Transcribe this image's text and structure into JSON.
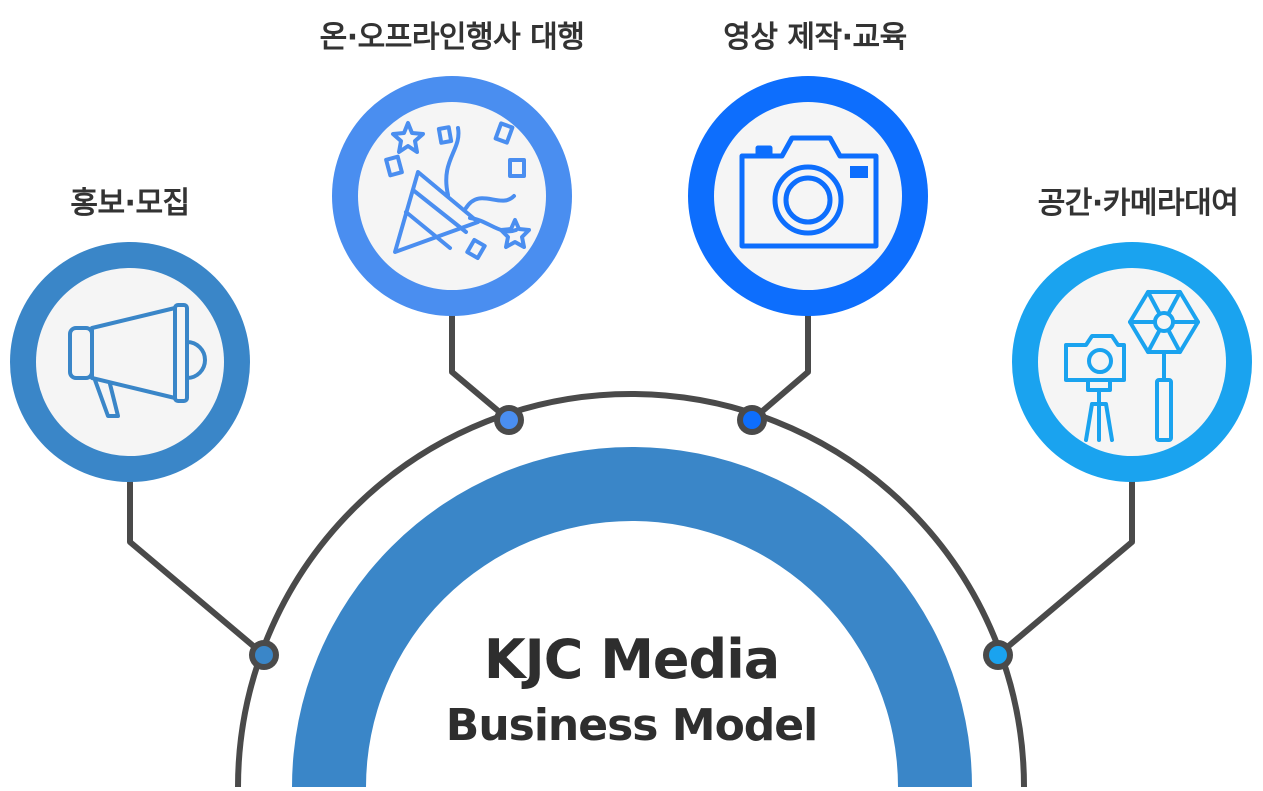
{
  "center": {
    "line1": "KJC Media",
    "line2": "Business Model"
  },
  "services": [
    {
      "id": "promo",
      "label": "홍보·모집",
      "icon": "megaphone-icon",
      "color": "#3a86c8"
    },
    {
      "id": "event",
      "label": "온·오프라인행사 대행",
      "icon": "party-popper-icon",
      "color": "#4a8ef0"
    },
    {
      "id": "video",
      "label": "영상 제작·교육",
      "icon": "camera-icon",
      "color": "#0d6efd"
    },
    {
      "id": "rental",
      "label": "공간·카메라대여",
      "icon": "studio-equipment-icon",
      "color": "#1aa3ef"
    }
  ],
  "colors": {
    "inner_arc": "#3a86c8",
    "line": "#4a4a4a",
    "icon_bg": "#f5f5f5"
  }
}
